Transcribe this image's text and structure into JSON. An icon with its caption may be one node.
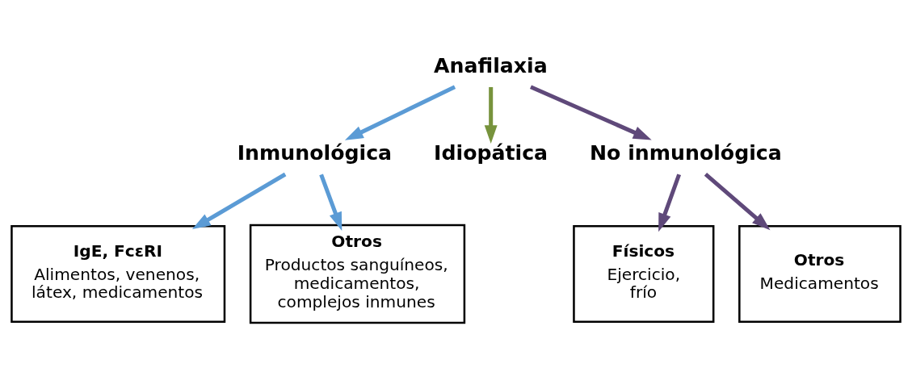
{
  "diagram": {
    "nodes": [
      {
        "text": [
          "Anafilaxia"
        ]
      },
      {
        "text": [
          "Inmunológica"
        ]
      },
      {
        "text": [
          "Idiopática"
        ]
      },
      {
        "text": [
          "No inmunológica"
        ]
      },
      {
        "text": [
          "IgE, FcεRI",
          "Alimentos, venenos, látex, medicamentos"
        ]
      },
      {
        "text": [
          "Otros",
          "Productos sanguíneos, medicamentos, complejos inmunes"
        ]
      },
      {
        "text": [
          "Físicos",
          "Ejercicio, frío"
        ]
      },
      {
        "text": [
          "Otros",
          "Medicamentos"
        ]
      }
    ],
    "edges": [
      {
        "from": 0,
        "to": 1,
        "arrow": "to",
        "color": "#5b9bd5"
      },
      {
        "from": 0,
        "to": 2,
        "arrow": "to",
        "color": "#77933c"
      },
      {
        "from": 0,
        "to": 3,
        "arrow": "to",
        "color": "#5f497a"
      },
      {
        "from": 1,
        "to": 4,
        "arrow": "to",
        "color": "#5b9bd5"
      },
      {
        "from": 1,
        "to": 5,
        "arrow": "to",
        "color": "#5b9bd5"
      },
      {
        "from": 3,
        "to": 6,
        "arrow": "to",
        "color": "#5f497a"
      },
      {
        "from": 3,
        "to": 7,
        "arrow": "to",
        "color": "#5f497a"
      }
    ]
  }
}
